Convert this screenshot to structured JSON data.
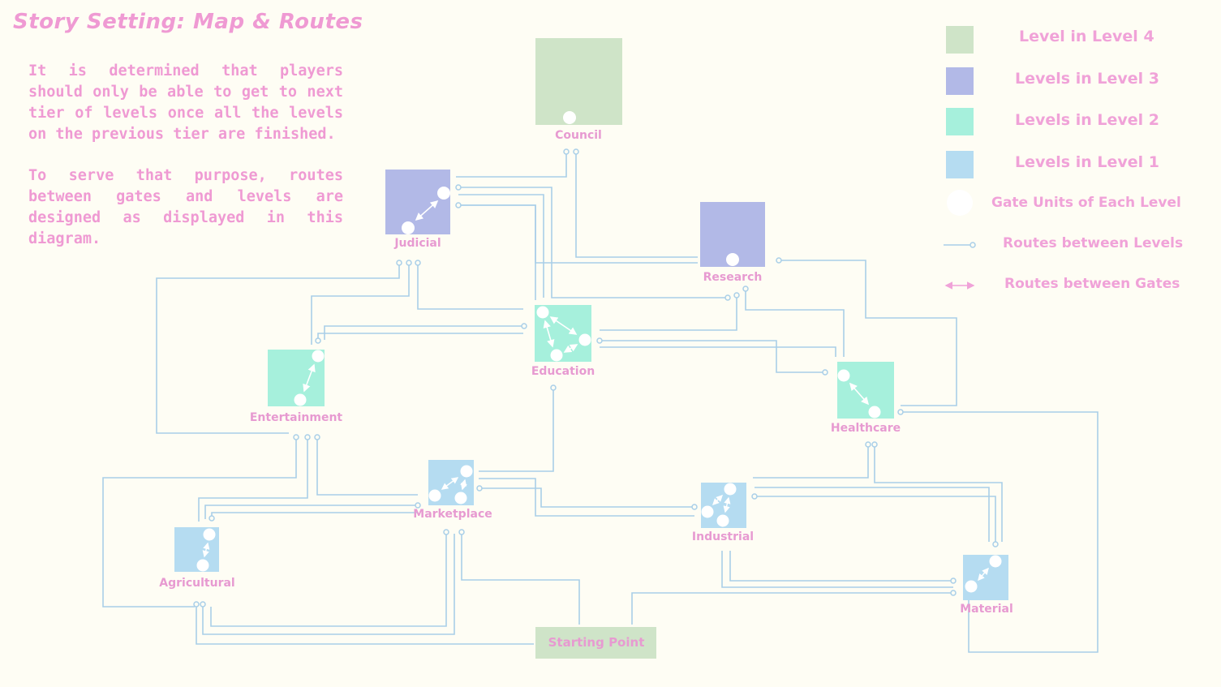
{
  "title": "Story Setting: Map & Routes",
  "paragraphs": [
    "It is determined that players should only be able to get to next tier of levels once all the levels on the previous tier are finished.",
    "To serve that purpose, routes between gates and levels are designed as displayed in this diagram."
  ],
  "colors": {
    "level4": "#cfe4c8",
    "level3": "#b2b9e7",
    "level2": "#a6f0dc",
    "level1": "#b5dcf1",
    "gate": "#ffffff",
    "route_levels": "#a9cfe8",
    "route_gates": "#f0a2d8",
    "text": "#ef9ad3"
  },
  "legend": {
    "level4": "Level in Level 4",
    "level3": "Levels in Level 3",
    "level2": "Levels in Level 2",
    "level1": "Levels in Level 1",
    "gates": "Gate Units of Each Level",
    "routes_levels": "Routes between Levels",
    "routes_gates": "Routes between Gates"
  },
  "nodes": {
    "council": "Council",
    "judicial": "Judicial",
    "research": "Research",
    "education": "Education",
    "entertainment": "Entertainment",
    "healthcare": "Healthcare",
    "marketplace": "Marketplace",
    "industrial": "Industrial",
    "agricultural": "Agricultural",
    "material": "Material",
    "starting_point": "Starting Point"
  }
}
